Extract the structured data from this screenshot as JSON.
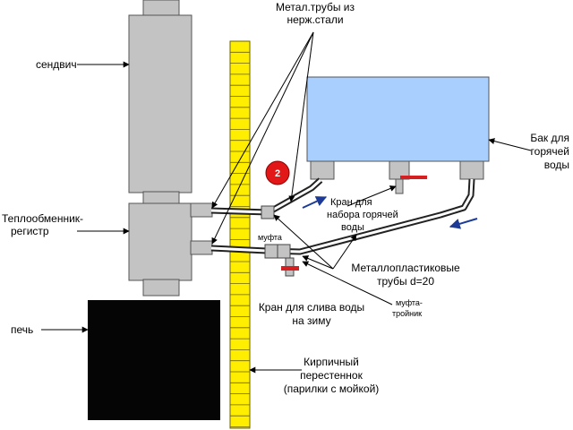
{
  "labels": {
    "sandwich": "сендвич",
    "heat_exchanger_line1": "Теплообменник-",
    "heat_exchanger_line2": "регистр",
    "stove": "печь",
    "metal_pipes_line1": "Метал.трубы из",
    "metal_pipes_line2": "нерж.стали",
    "tank_line1": "Бак для",
    "tank_line2": "горячей",
    "tank_line3": "воды",
    "valve_fill_line1": "Кран для",
    "valve_fill_line2": "набора горячей",
    "valve_fill_line3": "воды",
    "coupling": "муфта",
    "metalplastic_line1": "Металлопластиковые",
    "metalplastic_line2": "трубы d=20",
    "drain_valve_line1": "Кран для слива воды",
    "drain_valve_line2": "на зиму",
    "tee_line1": "муфта-",
    "tee_line2": "тройник",
    "brick_line1": "Кирпичный",
    "brick_line2": "перестеннок",
    "brick_line3": "(парилки с мойкой)",
    "badge_number": "2"
  },
  "colors": {
    "chimney_gray": "#c3c3c3",
    "stove_black": "#050505",
    "tank_blue": "#a9cfff",
    "brick_yellow": "#ffee00",
    "valve_red": "#d42020",
    "badge_red": "#e21818",
    "flow_arrow_blue": "#1d3b96"
  },
  "icons": {
    "flow_arrow": "arrow-icon",
    "badge": "numbered-circle-icon"
  }
}
